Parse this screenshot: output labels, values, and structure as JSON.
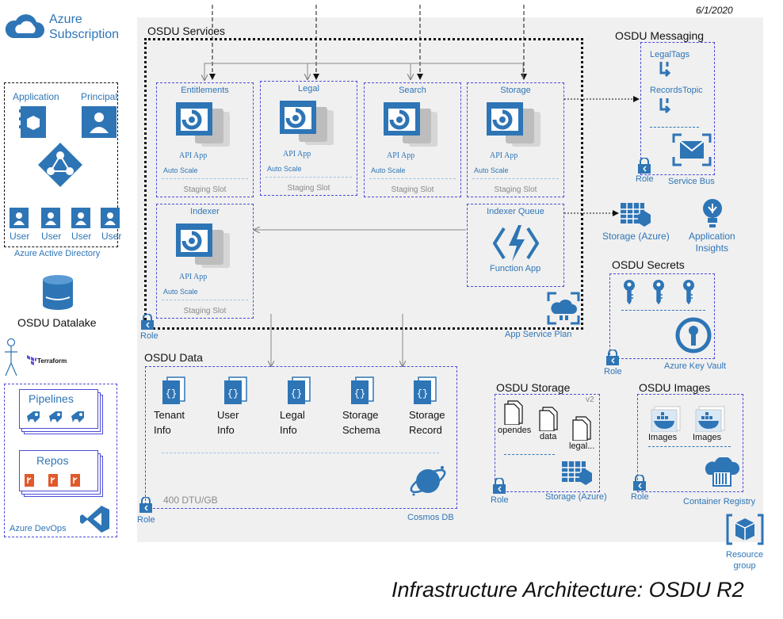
{
  "date": "6/1/2020",
  "title": "Infrastructure Architecture: OSDU R2",
  "azure_subscription": "Azure\nSubscription",
  "aad": {
    "application": "Application",
    "principal": "Principal",
    "users": [
      "User",
      "User",
      "User",
      "User"
    ],
    "label": "Azure Active Directory"
  },
  "datalake": "OSDU Datalake",
  "terraform": "Terraform",
  "devops": {
    "pipelines": "Pipelines",
    "repos": "Repos",
    "label": "Azure DevOps"
  },
  "services": {
    "title": "OSDU Services",
    "apps": [
      {
        "name": "Entitlements",
        "type": "API App",
        "scale": "Auto Scale",
        "slot": "Staging Slot"
      },
      {
        "name": "Legal",
        "type": "API App",
        "scale": "Auto Scale",
        "slot": "Staging Slot"
      },
      {
        "name": "Search",
        "type": "API App",
        "scale": "Auto Scale",
        "slot": "Staging Slot"
      },
      {
        "name": "Storage",
        "type": "API App",
        "scale": "Auto Scale",
        "slot": "Staging Slot"
      },
      {
        "name": "Indexer",
        "type": "API App",
        "scale": "Auto Scale",
        "slot": "Staging Slot"
      }
    ],
    "indexer_queue": "Indexer Queue",
    "function_app": "Function App",
    "role": "Role",
    "plan": "App Service Plan"
  },
  "messaging": {
    "title": "OSDU Messaging",
    "topics": [
      "LegalTags",
      "RecordsTopic"
    ],
    "role": "Role",
    "service_bus": "Service Bus"
  },
  "storage_azure": "Storage (Azure)",
  "app_insights": "Application\nInsights",
  "secrets": {
    "title": "OSDU Secrets",
    "role": "Role",
    "key_vault": "Azure Key Vault"
  },
  "data": {
    "title": "OSDU Data",
    "collections": [
      "Tenant\nInfo",
      "User\nInfo",
      "Legal\nInfo",
      "Storage\nSchema",
      "Storage\nRecord"
    ],
    "throughput": "400 DTU/GB",
    "role": "Role",
    "cosmos": "Cosmos DB"
  },
  "storage": {
    "title": "OSDU Storage",
    "version": "v2",
    "containers": [
      "opendes",
      "data",
      "legal..."
    ],
    "role": "Role",
    "account": "Storage (Azure)"
  },
  "images": {
    "title": "OSDU Images",
    "repos": [
      "Images",
      "Images"
    ],
    "role": "Role",
    "registry": "Container Registry"
  },
  "resource_group": "Resource\ngroup",
  "colors": {
    "accent": "#2e75b6",
    "dashed": "#4b4bd8",
    "panel": "#f0f0f0"
  }
}
